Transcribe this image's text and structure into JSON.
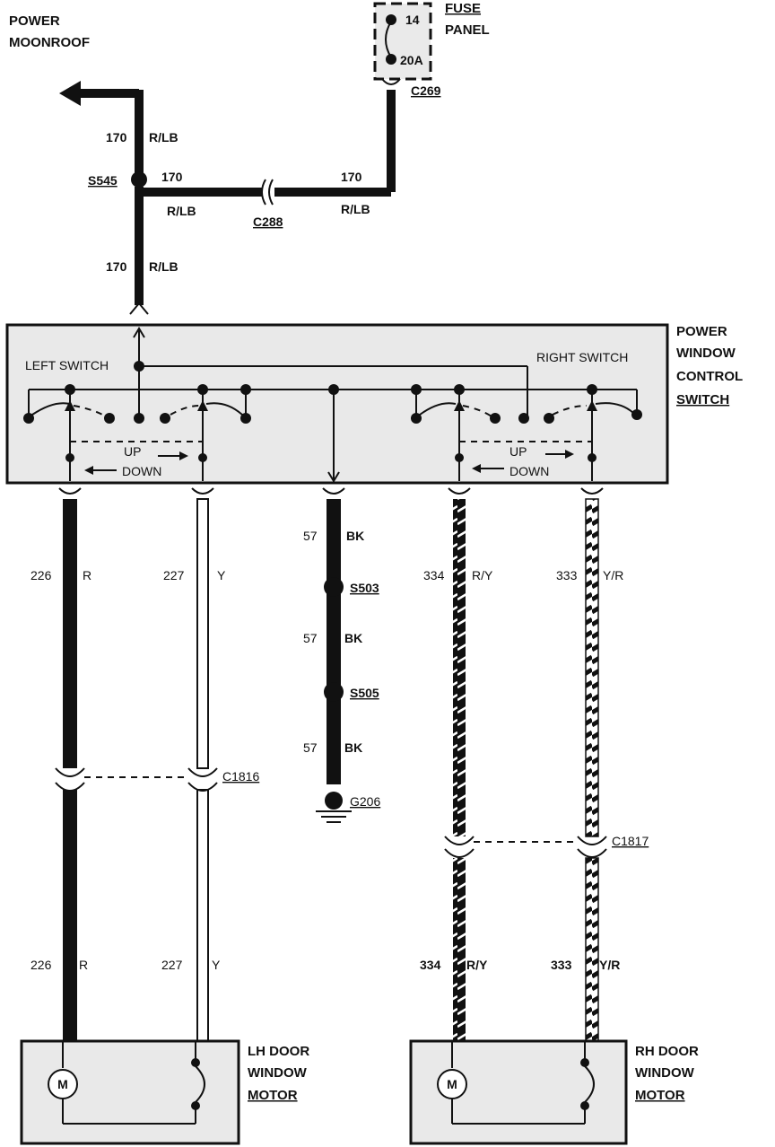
{
  "power_moonroof": {
    "line1": "POWER",
    "line2": "MOONROOF"
  },
  "fuse_panel": {
    "line1": "FUSE",
    "line2": "PANEL",
    "fuse_number": "14",
    "fuse_rating": "20A"
  },
  "connectors": {
    "c269": "C269",
    "c288": "C288",
    "c1816": "C1816",
    "c1817": "C1817"
  },
  "splices": {
    "s545": "S545",
    "s503": "S503",
    "s505": "S505"
  },
  "ground": "G206",
  "feed_wires": {
    "upper_circuit": "170",
    "upper_color": "R/LB",
    "h1_circuit": "170",
    "h1_color": "R/LB",
    "h2_circuit": "170",
    "h2_color": "R/LB",
    "lower_circuit": "170",
    "lower_color": "R/LB"
  },
  "control_switch": {
    "title1": "POWER",
    "title2": "WINDOW",
    "title3": "CONTROL",
    "title4": "SWITCH",
    "left_switch": "LEFT SWITCH",
    "right_switch": "RIGHT SWITCH",
    "up": "UP",
    "down": "DOWN"
  },
  "wires": [
    {
      "circuit": "226",
      "color": "R"
    },
    {
      "circuit": "227",
      "color": "Y"
    },
    {
      "circuit": "57",
      "color": "BK"
    },
    {
      "circuit": "334",
      "color": "R/Y"
    },
    {
      "circuit": "333",
      "color": "Y/R"
    }
  ],
  "lower_wires": [
    {
      "circuit": "226",
      "color": "R"
    },
    {
      "circuit": "227",
      "color": "Y"
    },
    {
      "circuit": "334",
      "color": "R/Y"
    },
    {
      "circuit": "333",
      "color": "Y/R"
    }
  ],
  "ground_segments": [
    {
      "circuit": "57",
      "color": "BK"
    },
    {
      "circuit": "57",
      "color": "BK"
    },
    {
      "circuit": "57",
      "color": "BK"
    }
  ],
  "motors": {
    "lh": {
      "line1": "LH DOOR",
      "line2": "WINDOW",
      "line3": "MOTOR",
      "symbol": "M"
    },
    "rh": {
      "line1": "RH DOOR",
      "line2": "WINDOW",
      "line3": "MOTOR",
      "symbol": "M"
    }
  }
}
